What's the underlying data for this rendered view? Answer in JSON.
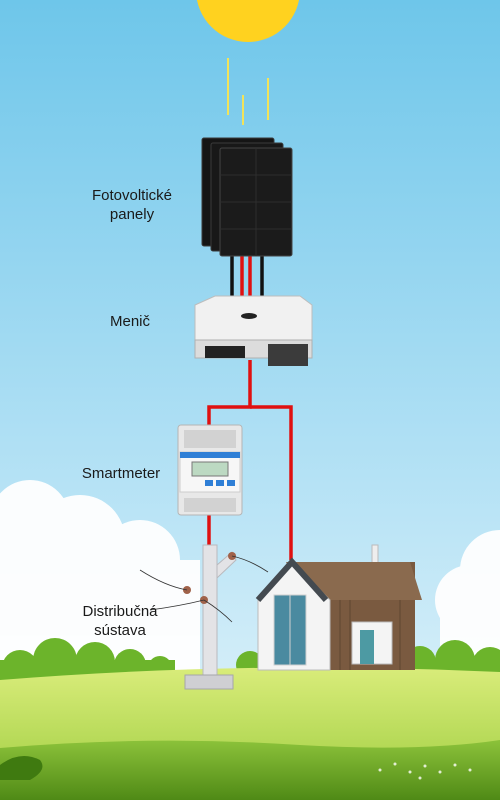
{
  "labels": {
    "panels": [
      "Fotovoltické",
      "panely"
    ],
    "inverter": "Menič",
    "meter": "Smartmeter",
    "grid": [
      "Distribučná",
      "sústava"
    ]
  },
  "colors": {
    "sky_top": "#6ec6ea",
    "sky_bottom": "#e6f5fb",
    "sun": "#ffd21f",
    "grass_light": "#c6e05a",
    "grass_dark": "#5c9a1c",
    "bush": "#6cb42b",
    "cable": "#e01010",
    "panel": "#1b1b1b",
    "inverter_body": "#eeeeee",
    "meter_display": "#bcd9c2",
    "meter_button": "#2f7fd6",
    "house_wood": "#7a5a40",
    "house_roof": "#444a50",
    "house_front": "#f4f4f4",
    "pole": "#e3e3e6"
  },
  "icons": {
    "sun": "sun-icon",
    "panels": "solar-panel-icon",
    "inverter": "inverter-icon",
    "meter": "smart-meter-icon",
    "house": "house-icon",
    "pole": "power-pole-icon"
  }
}
